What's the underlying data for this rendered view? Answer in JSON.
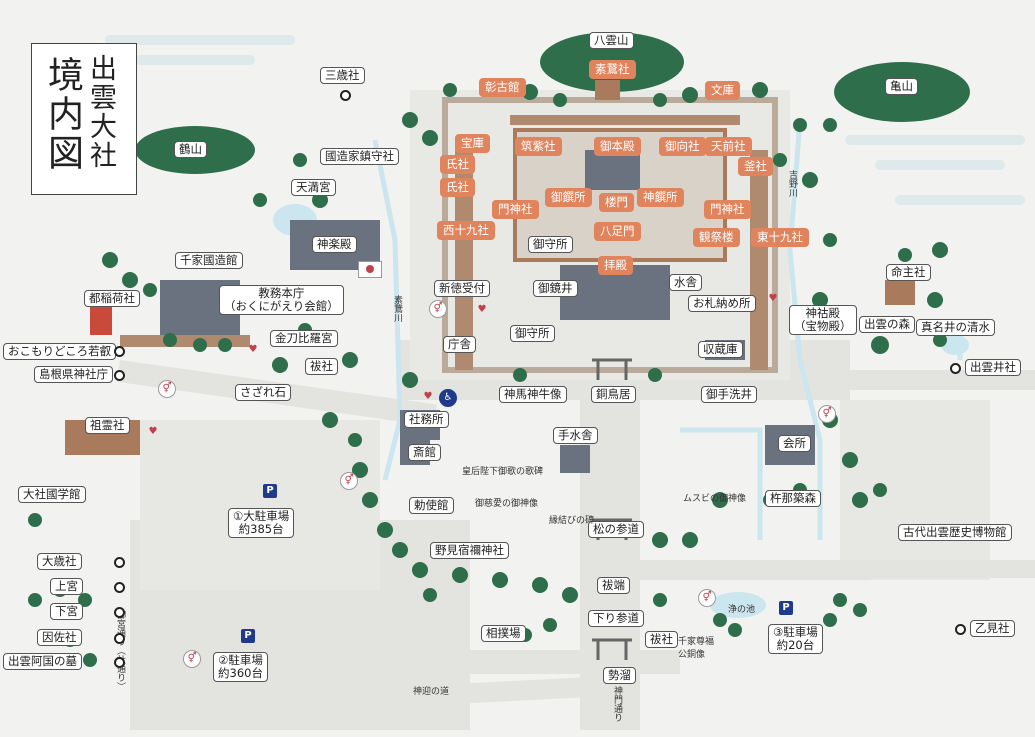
{
  "title": {
    "main": "境内図",
    "sub": "出雲大社"
  },
  "orange_labels": [
    {
      "text": "彰古館"
    },
    {
      "text": "素鵞社"
    },
    {
      "text": "文庫"
    },
    {
      "text": "宝庫"
    },
    {
      "text": "氏社"
    },
    {
      "text": "氏社"
    },
    {
      "text": "筑紫社"
    },
    {
      "text": "御本殿"
    },
    {
      "text": "御向社"
    },
    {
      "text": "天前社"
    },
    {
      "text": "釜社"
    },
    {
      "text": "御饌所"
    },
    {
      "text": "楼門"
    },
    {
      "text": "神饌所"
    },
    {
      "text": "門神社"
    },
    {
      "text": "門神社"
    },
    {
      "text": "西十九社"
    },
    {
      "text": "八足門"
    },
    {
      "text": "観祭楼"
    },
    {
      "text": "東十九社"
    },
    {
      "text": "拝殿"
    }
  ],
  "labels": [
    {
      "text": "八雲山"
    },
    {
      "text": "亀山"
    },
    {
      "text": "鶴山"
    },
    {
      "text": "三歳社"
    },
    {
      "text": "國造家鎮守社"
    },
    {
      "text": "天満宮"
    },
    {
      "text": "神楽殿"
    },
    {
      "text": "千家國造館"
    },
    {
      "text": "教務本庁\n（おくにがえり会館）"
    },
    {
      "text": "都稲荷社"
    },
    {
      "text": "金刀比羅宮"
    },
    {
      "text": "祓社"
    },
    {
      "text": "おこもりどころ若叡"
    },
    {
      "text": "島根県神社庁"
    },
    {
      "text": "さざれ石"
    },
    {
      "text": "祖霊社"
    },
    {
      "text": "新徳受付"
    },
    {
      "text": "庁舎"
    },
    {
      "text": "御守所"
    },
    {
      "text": "御鏡井"
    },
    {
      "text": "御守所"
    },
    {
      "text": "水舎"
    },
    {
      "text": "お札納め所"
    },
    {
      "text": "神祜殿\n（宝物殿）"
    },
    {
      "text": "命主社"
    },
    {
      "text": "出雲の森"
    },
    {
      "text": "真名井の清水"
    },
    {
      "text": "収蔵庫"
    },
    {
      "text": "出雲井社"
    },
    {
      "text": "神馬神牛像"
    },
    {
      "text": "銅鳥居"
    },
    {
      "text": "御手洗井"
    },
    {
      "text": "社務所"
    },
    {
      "text": "手水舎"
    },
    {
      "text": "会所"
    },
    {
      "text": "斎館"
    },
    {
      "text": "杵那築森"
    },
    {
      "text": "大社國学館"
    },
    {
      "text": "①大駐車場\n約385台"
    },
    {
      "text": "勅使館"
    },
    {
      "text": "松の参道"
    },
    {
      "text": "古代出雲歴史博物館"
    },
    {
      "text": "野見宿禰神社"
    },
    {
      "text": "大歳社"
    },
    {
      "text": "上宮"
    },
    {
      "text": "祓端"
    },
    {
      "text": "下宮"
    },
    {
      "text": "下り参道"
    },
    {
      "text": "因佐社"
    },
    {
      "text": "相撲場"
    },
    {
      "text": "祓社"
    },
    {
      "text": "③駐車場\n約20台"
    },
    {
      "text": "乙見社"
    },
    {
      "text": "出雲阿国の墓"
    },
    {
      "text": "②駐車場\n約360台"
    },
    {
      "text": "勢溜"
    }
  ],
  "small_text": [
    {
      "text": "皇后陛下御歌の歌碑"
    },
    {
      "text": "御慈愛の御神像"
    },
    {
      "text": "縁結びの碑"
    },
    {
      "text": "ムスビの御神像"
    },
    {
      "text": "千家尊福公銅像"
    },
    {
      "text": "神迎の道"
    },
    {
      "text": "神門通り"
    },
    {
      "text": "御宮通り（杜通り）"
    },
    {
      "text": "素鵞川"
    },
    {
      "text": "吉野川"
    },
    {
      "text": "浄の池"
    }
  ],
  "icons": {
    "parking": "P",
    "toilet": "toilet-icon",
    "accessible": "wheelchair-icon",
    "omamori": "heart-icon",
    "flag": "japan-flag-icon"
  },
  "colors": {
    "orange": "#e0845e",
    "tree": "#2f6e4b",
    "water": "#cbe6ee",
    "path": "#e3e3e0",
    "roof": "#6a7280"
  }
}
